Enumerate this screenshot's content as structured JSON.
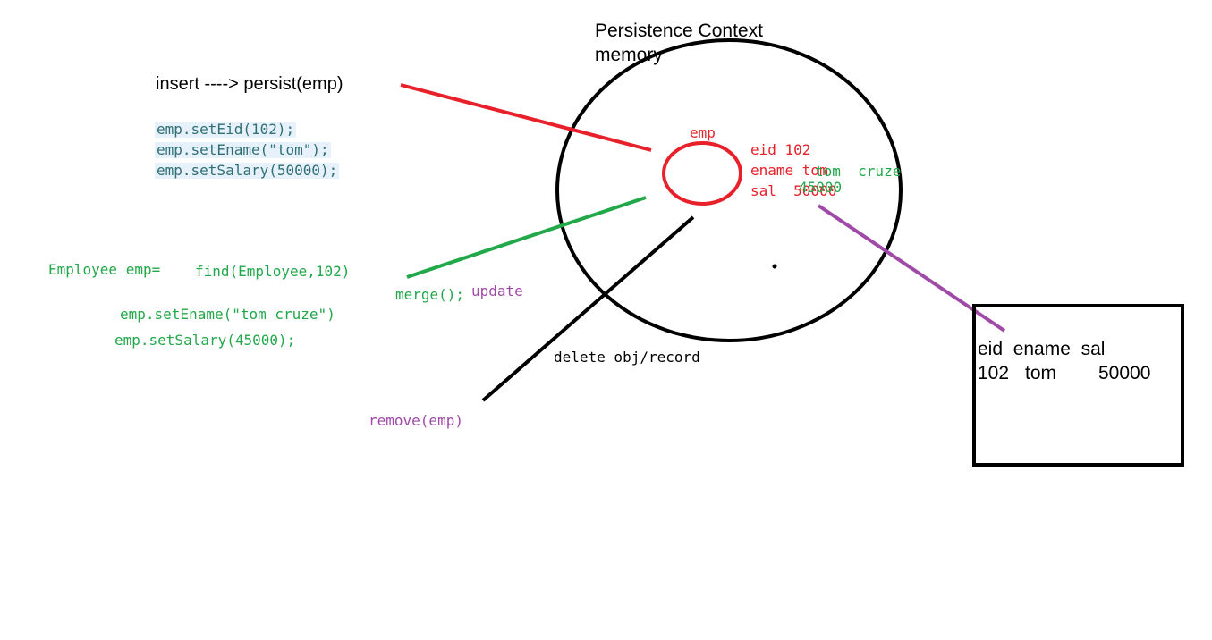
{
  "colors": {
    "red": "#e8202a",
    "green": "#22a84a",
    "purple": "#a04aa8",
    "black": "#000000",
    "code_highlight_bg": "#e6f1fb",
    "code_text": "#2f6f75"
  },
  "context": {
    "title_line1": "Persistence Context",
    "title_line2": "memory",
    "object_label": "emp",
    "field_eid": "eid 102",
    "field_ename": "ename tom",
    "field_sal": "sal  50000",
    "updated_ename": "tom  cruze",
    "updated_sal": "45000"
  },
  "persist": {
    "heading": "insert ----> persist(emp)",
    "code": [
      "emp.setEid(102);",
      "emp.setEname(\"tom\");",
      "emp.setSalary(50000);"
    ]
  },
  "find": {
    "decl": "Employee emp=",
    "call": "find(Employee,102)",
    "merge": "merge();",
    "update": "update",
    "code": [
      "emp.setEname(\"tom cruze\")",
      "emp.setSalary(45000);"
    ]
  },
  "remove": {
    "note": "delete obj/record",
    "call": "remove(emp)"
  },
  "table": {
    "header": "eid  ename  sal",
    "row": [
      "102",
      "tom",
      "50000"
    ]
  }
}
